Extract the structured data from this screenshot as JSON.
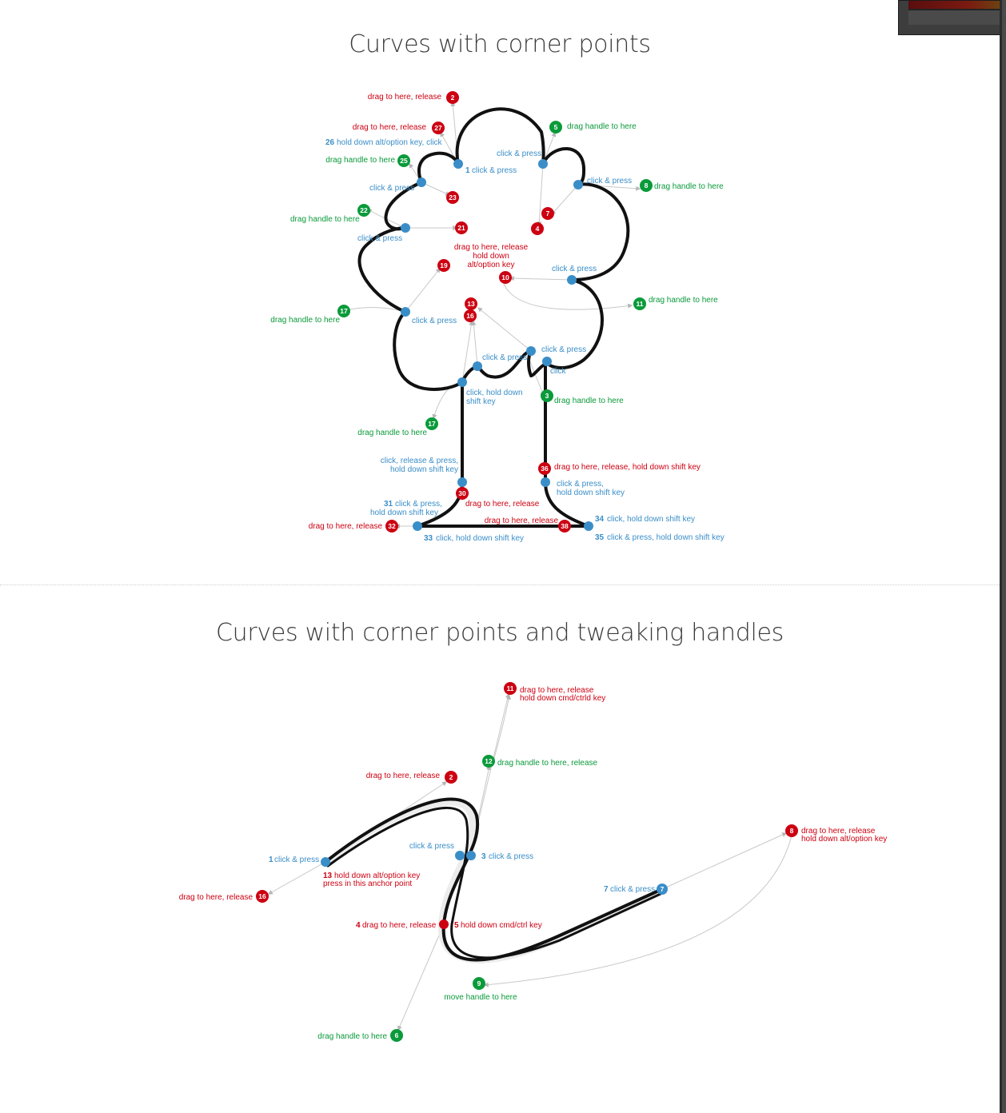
{
  "colors": {
    "red": "#cc0011",
    "green": "#0a9a3a",
    "blue": "#3a8ec8",
    "stroke": "#111111"
  },
  "section1": {
    "title": "Curves with corner points",
    "labels": {
      "l2": "drag to here, release",
      "l27": "drag to here, release",
      "l26": "hold down alt/option key, click",
      "l25": "drag handle to here",
      "l1": "click & press",
      "l24": "click & press",
      "l22": "drag handle to here",
      "l20": "click & press",
      "l5": "drag handle to here",
      "l3": "click & press",
      "l6": "click & press",
      "l8": "drag handle to here",
      "l10a": "drag to here, release",
      "l10b": "hold down",
      "l10c": "alt/option key",
      "l9": "click & press",
      "l11": "drag handle to here",
      "l17a": "drag handle to here",
      "l18": "click & press",
      "l14": "click & press",
      "l12a": "click & press",
      "l12b": "click",
      "l15a": "click, hold down",
      "l15b": "shift key",
      "l3b": "drag handle to here",
      "l17b": "drag handle to here",
      "l29a": "click, release & press,",
      "l29b": "hold down shift key",
      "l36": "drag to here, release, hold down shift key",
      "l37a": "click & press,",
      "l37b": "hold down shift key",
      "l30": "drag to here, release",
      "l31a": "click & press,",
      "l31b": "hold down shift key",
      "l32": "drag to here, release",
      "l38": "drag to here, release",
      "l33": "click, hold down shift key",
      "l34": "click, hold down shift key",
      "l35": "click & press, hold down shift key"
    },
    "badges": {
      "b2": "2",
      "b27": "27",
      "b25": "25",
      "b23": "23",
      "b22": "22",
      "b21": "21",
      "b19": "19",
      "b17a": "17",
      "b13": "13",
      "b16": "16",
      "b5": "5",
      "b7": "7",
      "b4": "4",
      "b8": "8",
      "b10": "10",
      "b11": "11",
      "b3": "3",
      "b17b": "17",
      "b36": "36",
      "b30": "30",
      "b32": "32",
      "b38": "38"
    },
    "step_nums": {
      "n26": "26",
      "n1": "1",
      "n31": "31",
      "n33": "33",
      "n34": "34",
      "n35": "35"
    }
  },
  "section2": {
    "title": "Curves with corner points and tweaking handles",
    "labels": {
      "l11a": "drag to here, release",
      "l11b": "hold down cmd/ctrld key",
      "l12": "drag handle to here, release",
      "l2": "drag to here, release",
      "l1": "click & press",
      "l10": "click & press",
      "l3": "click & press",
      "l8a": "drag to here, release",
      "l8b": "hold down alt/option key",
      "l13a": "hold down alt/option key",
      "l13b": "press in this anchor point",
      "l16": "drag to here, release",
      "l7": "click & press",
      "l4": "drag to here, release",
      "l5": "hold down cmd/ctrl key",
      "l9": "move handle to here",
      "l6": "drag handle to here"
    },
    "badges": {
      "b11": "11",
      "b12": "12",
      "b2": "2",
      "b8": "8",
      "b16": "16",
      "b9": "9",
      "b6": "6",
      "b7": "7"
    },
    "step_nums": {
      "n1": "1",
      "n3": "3",
      "n13": "13",
      "n7": "7",
      "n4": "4",
      "n5": "5"
    }
  }
}
